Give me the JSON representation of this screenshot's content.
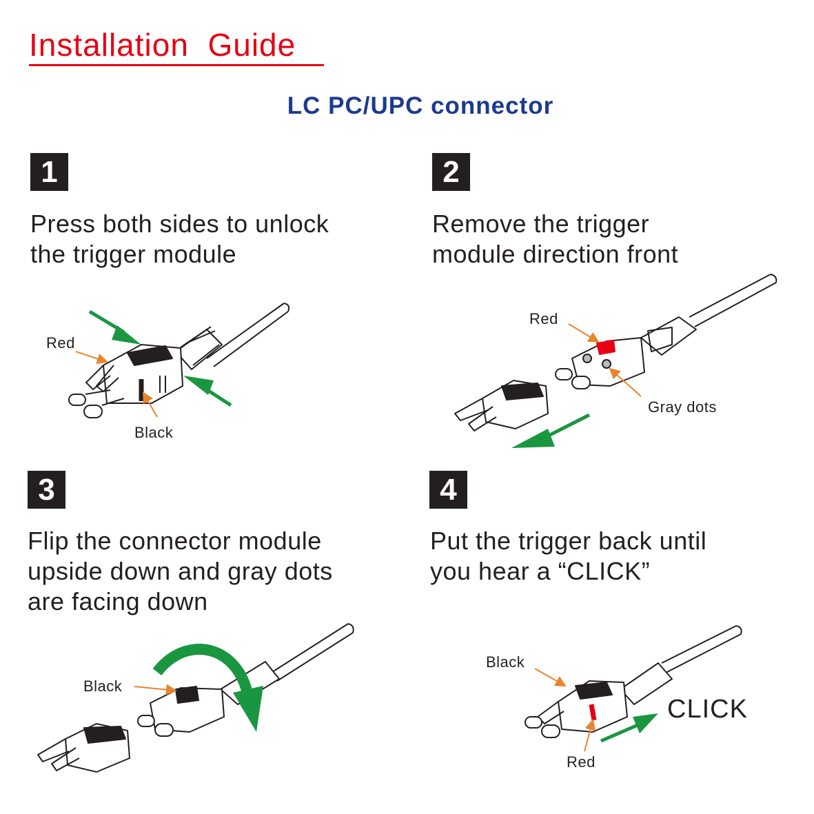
{
  "title": "Installation  Guide",
  "subtitle": "LC PC/UPC connector",
  "colors": {
    "title_red": "#e60012",
    "subtitle_blue": "#1d3a8f",
    "arrow_green": "#1a9641",
    "callout_orange": "#e8842a",
    "marker_red": "#e60012"
  },
  "steps": [
    {
      "number": "1",
      "lines": [
        "Press both sides to unlock",
        "the trigger module"
      ],
      "callouts": [
        "Red",
        "Black"
      ]
    },
    {
      "number": "2",
      "lines": [
        "Remove the trigger",
        "module direction front"
      ],
      "callouts": [
        "Red",
        "Gray dots"
      ]
    },
    {
      "number": "3",
      "lines": [
        "Flip the connector module",
        "upside down and gray dots",
        "are facing down"
      ],
      "callouts": [
        "Black"
      ]
    },
    {
      "number": "4",
      "lines": [
        "Put the trigger back until",
        "you hear a “CLICK”"
      ],
      "callouts": [
        "Black",
        "Red"
      ],
      "sound": "CLICK"
    }
  ]
}
